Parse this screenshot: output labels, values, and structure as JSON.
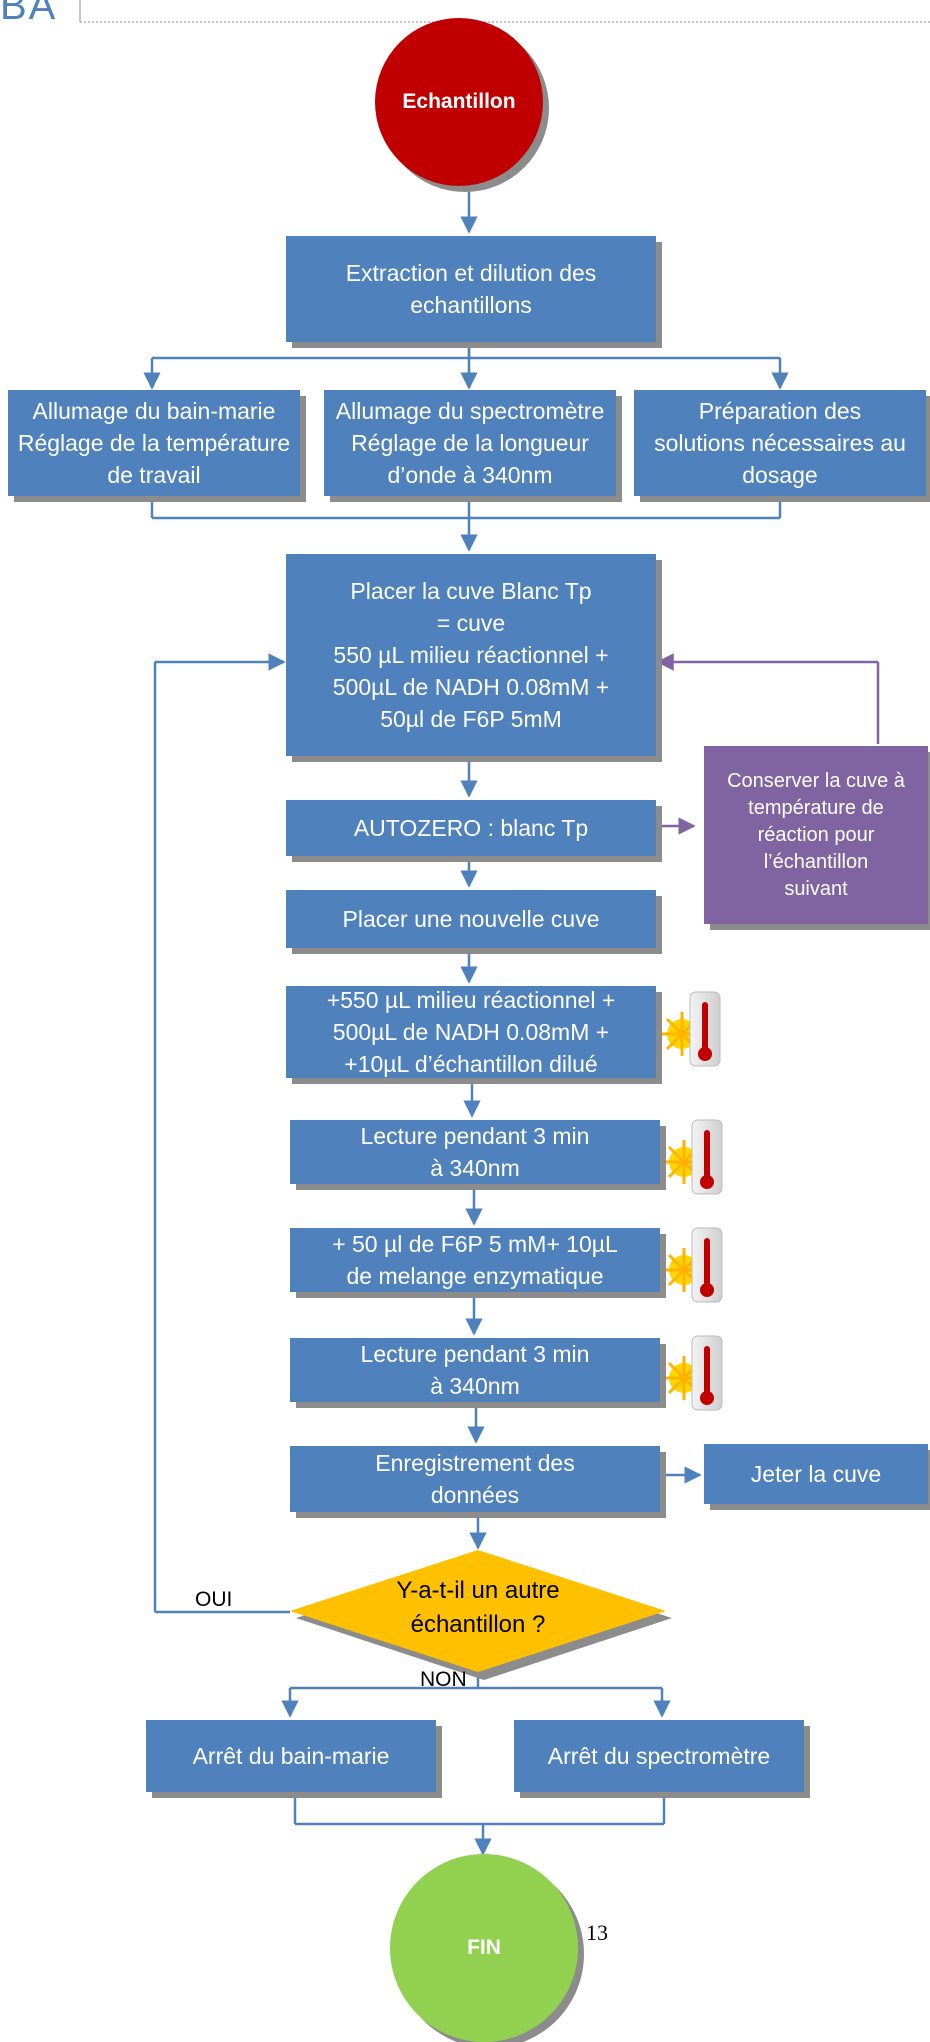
{
  "header": {
    "logo_text": "BA"
  },
  "start": {
    "label": "Echantillon"
  },
  "steps": {
    "extraction": "Extraction et dilution des\nechantillons",
    "bain_marie": "Allumage du bain-marie\nRéglage de la température\nde travail",
    "spectro": "Allumage du spectromètre\nRéglage de la longueur\nd’onde à 340nm",
    "preparation": "Préparation des\nsolutions nécessaires au\ndosage",
    "blanc": "Placer la cuve Blanc Tp\n= cuve\n550 µL milieu réactionnel +\n500µL de NADH 0.08mM +\n50µl de F6P 5mM",
    "autozero": "AUTOZERO : blanc Tp",
    "conserver": "Conserver la cuve à\ntempérature de\nréaction pour\nl’échantillon\nsuivant",
    "nouvelle_cuve": "Placer une nouvelle cuve",
    "ajout_echantillon": "+550 µL milieu réactionnel +\n500µL de NADH 0.08mM +\n+10µL d’échantillon dilué",
    "lecture1": "Lecture pendant 3 min\nà 340nm",
    "ajout_f6p": "+ 50 µl de F6P 5 mM+ 10µL\nde melange enzymatique",
    "lecture2": "Lecture pendant 3 min\nà 340nm",
    "enregistrement": "Enregistrement des\ndonnées",
    "jeter": "Jeter la cuve",
    "decision": "Y-a-t-il un autre\néchantillon ?",
    "arret_bain": "Arrêt du bain-marie",
    "arret_spectro": "Arrêt du spectromètre"
  },
  "edge_labels": {
    "oui": "OUI",
    "non": "NON"
  },
  "end": {
    "label": "FIN"
  },
  "page_number": "13",
  "colors": {
    "box_blue": "#4f81bd",
    "purple": "#8064a2",
    "start_red": "#c00000",
    "end_green": "#92d050",
    "decision_yellow": "#ffc000"
  }
}
